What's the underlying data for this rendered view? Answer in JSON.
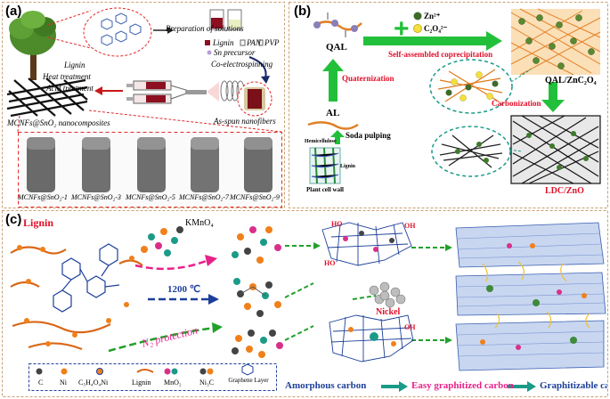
{
  "panel_a": {
    "label": "(a)",
    "prep_text": "Preparation of solutions",
    "legend": [
      "Lignin",
      "PAN",
      "PVP",
      "Sn precursor"
    ],
    "coelectro": "Co-electrospinning",
    "lignin": "Lignin",
    "heat": "Heat treatment",
    "acid": "Acid treatment",
    "mcnfs": "MCNFs@SnO₂ nanocomposites",
    "asspun": "As-spun nanofibers",
    "samples": [
      "MCNFs@SnO₂-1",
      "MCNFs@SnO₂-3",
      "MCNFs@SnO₂-5",
      "MCNFs@SnO₂-7",
      "MCNFs@SnO₂-9"
    ]
  },
  "panel_b": {
    "label": "(b)",
    "qal": "QAL",
    "zn": "Zn²⁺",
    "c2o4": "C₂O₄²⁻",
    "coprecip": "Self-assembled coprecipitation",
    "qal_znc2o4": "QAL/ZnC₂O₄",
    "quaternization": "Quaternization",
    "carbonization": "Carbonization",
    "al": "AL",
    "soda": "Soda pulping",
    "hemicellulose": "Hemicellulose",
    "lignin": "Lignin",
    "plant": "Plant cell wall",
    "ldc": "LDC/ZnO"
  },
  "panel_c": {
    "label": "(c)",
    "lignin": "Lignin",
    "kmno4": "KMnO₄",
    "temp": "1200 ℃",
    "n2": "N₂ protection",
    "nickel": "Nickel",
    "ho": "HO",
    "oh": "OH",
    "legend": [
      "C",
      "Ni",
      "C₅H₄O₄Ni",
      "Lignin",
      "MnO₂",
      "Ni₃C",
      "Graphene Layer"
    ],
    "amorphous": "Amorphous carbon",
    "easy": "Easy graphitized carbon",
    "graphitizable": "Graphitizable carbon"
  },
  "colors": {
    "green_arrow": "#22c03a",
    "red_text": "#e0102a",
    "blue_text": "#1d3f9a",
    "orange": "#f0801a",
    "magenta": "#e8208a",
    "teal": "#1a9b88",
    "dashed_red": "#e02a2a"
  }
}
